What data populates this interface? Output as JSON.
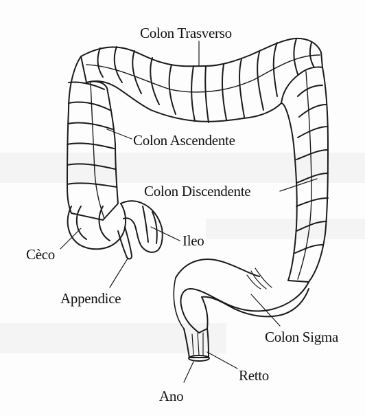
{
  "diagram": {
    "labels": {
      "colon_trasverso": "Colon Trasverso",
      "colon_ascendente": "Colon Ascendente",
      "colon_discendente": "Colon Discendente",
      "ceco": "Cèco",
      "ileo": "Ileo",
      "appendice": "Appendice",
      "colon_sigma": "Colon Sigma",
      "retto": "Retto",
      "ano": "Ano"
    },
    "colors": {
      "ink": "#1a1a1a",
      "paper": "#fdfdfd",
      "scan_band": "#ececec"
    }
  }
}
